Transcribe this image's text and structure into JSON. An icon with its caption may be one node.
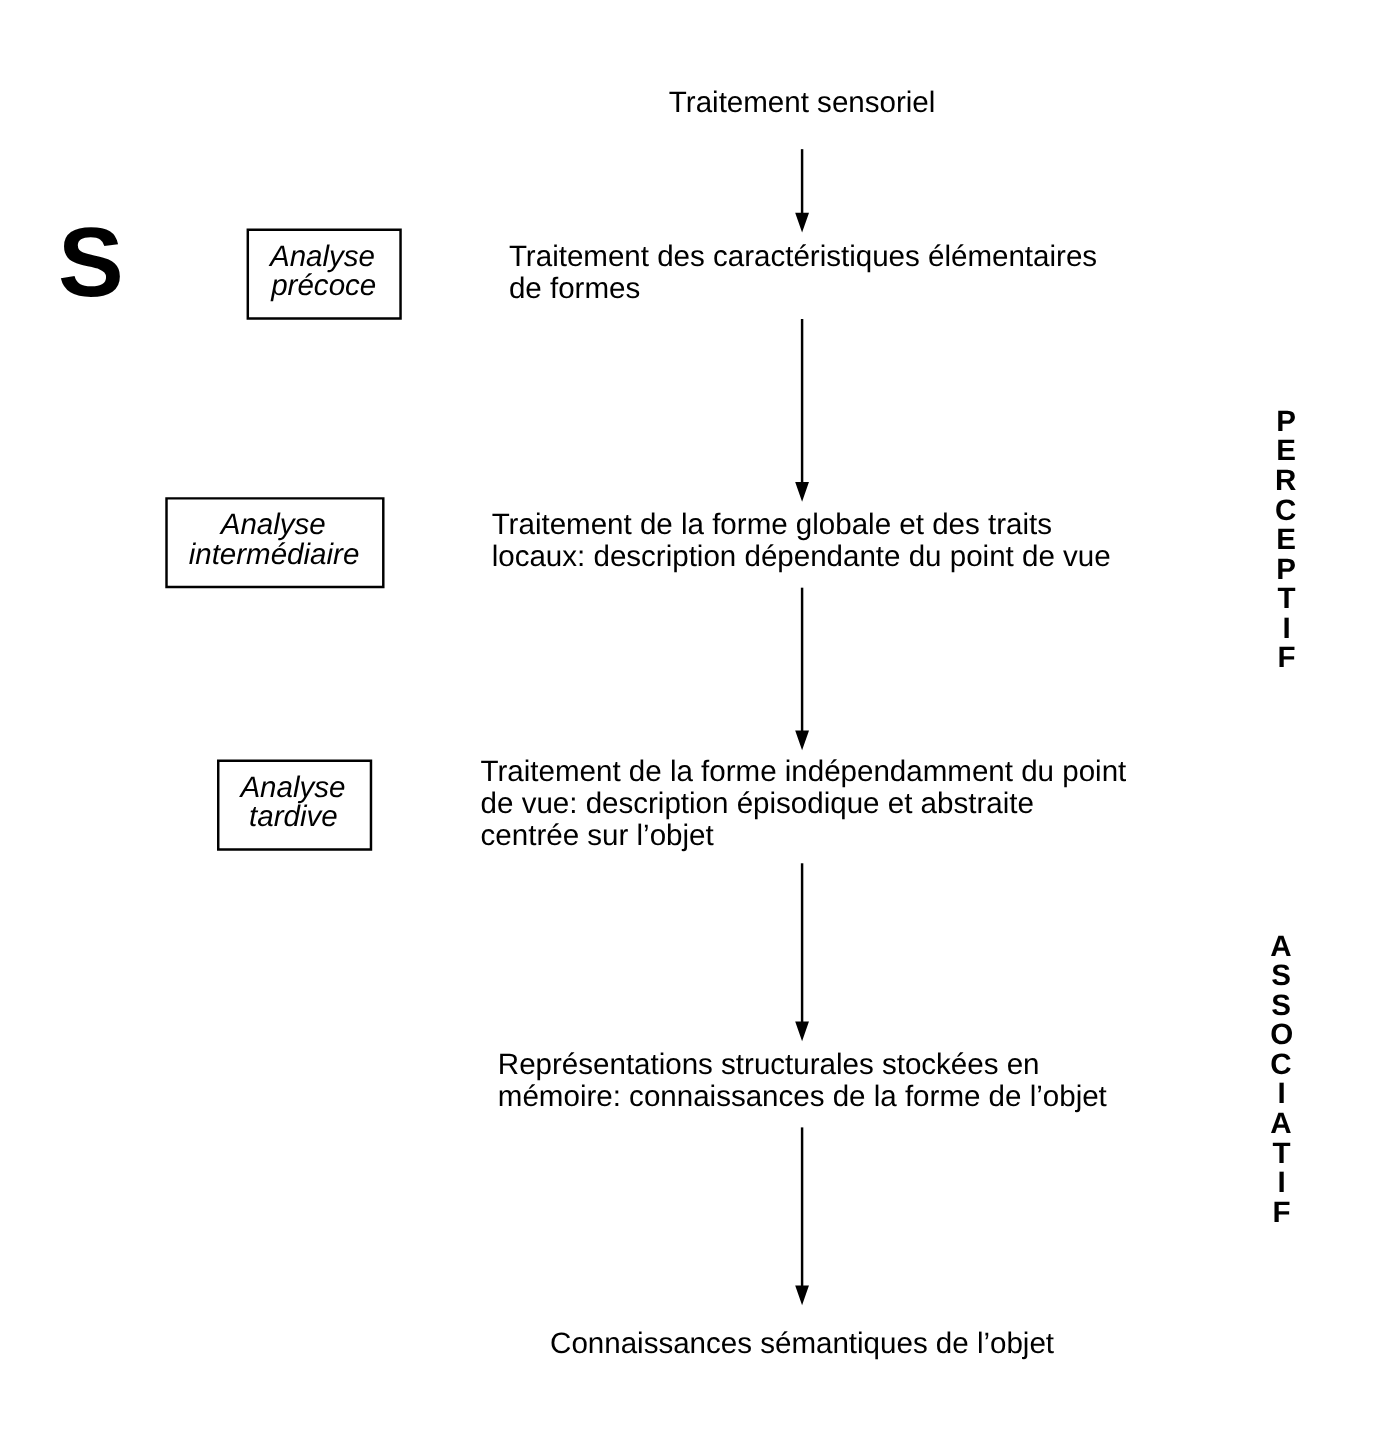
{
  "diagram": {
    "nodes": [
      {
        "text": [
          "Traitement sensoriel"
        ]
      },
      {
        "text": [
          "Traitement des caractéristiques élémentaires de formes"
        ]
      },
      {
        "text": [
          "Traitement de la forme globale et des traits locaux: description dépendante du point de vue"
        ]
      },
      {
        "text": [
          "Traitement de la forme indépendamment du point de vue: description épisodique et abstraite centrée sur l’objet"
        ]
      },
      {
        "text": [
          "Représentations structurales stockées en mémoire: connaissances de la forme de l’objet"
        ]
      },
      {
        "text": [
          "Connaissances sémantiques de l’objet"
        ]
      },
      {
        "text": [
          "Analyse précoce"
        ]
      },
      {
        "text": [
          "Analyse intermédiaire"
        ]
      },
      {
        "text": [
          "Analyse tardive"
        ]
      }
    ],
    "edges": [
      {
        "from": 0,
        "to": 1,
        "arrow": "to"
      },
      {
        "from": 1,
        "to": 2,
        "arrow": "to"
      },
      {
        "from": 2,
        "to": 3,
        "arrow": "to"
      },
      {
        "from": 3,
        "to": 4,
        "arrow": "to"
      },
      {
        "from": 4,
        "to": 5,
        "arrow": "to"
      }
    ],
    "labels": [
      "S",
      "PERCEPTIF",
      "ASSOCIATIF"
    ]
  }
}
